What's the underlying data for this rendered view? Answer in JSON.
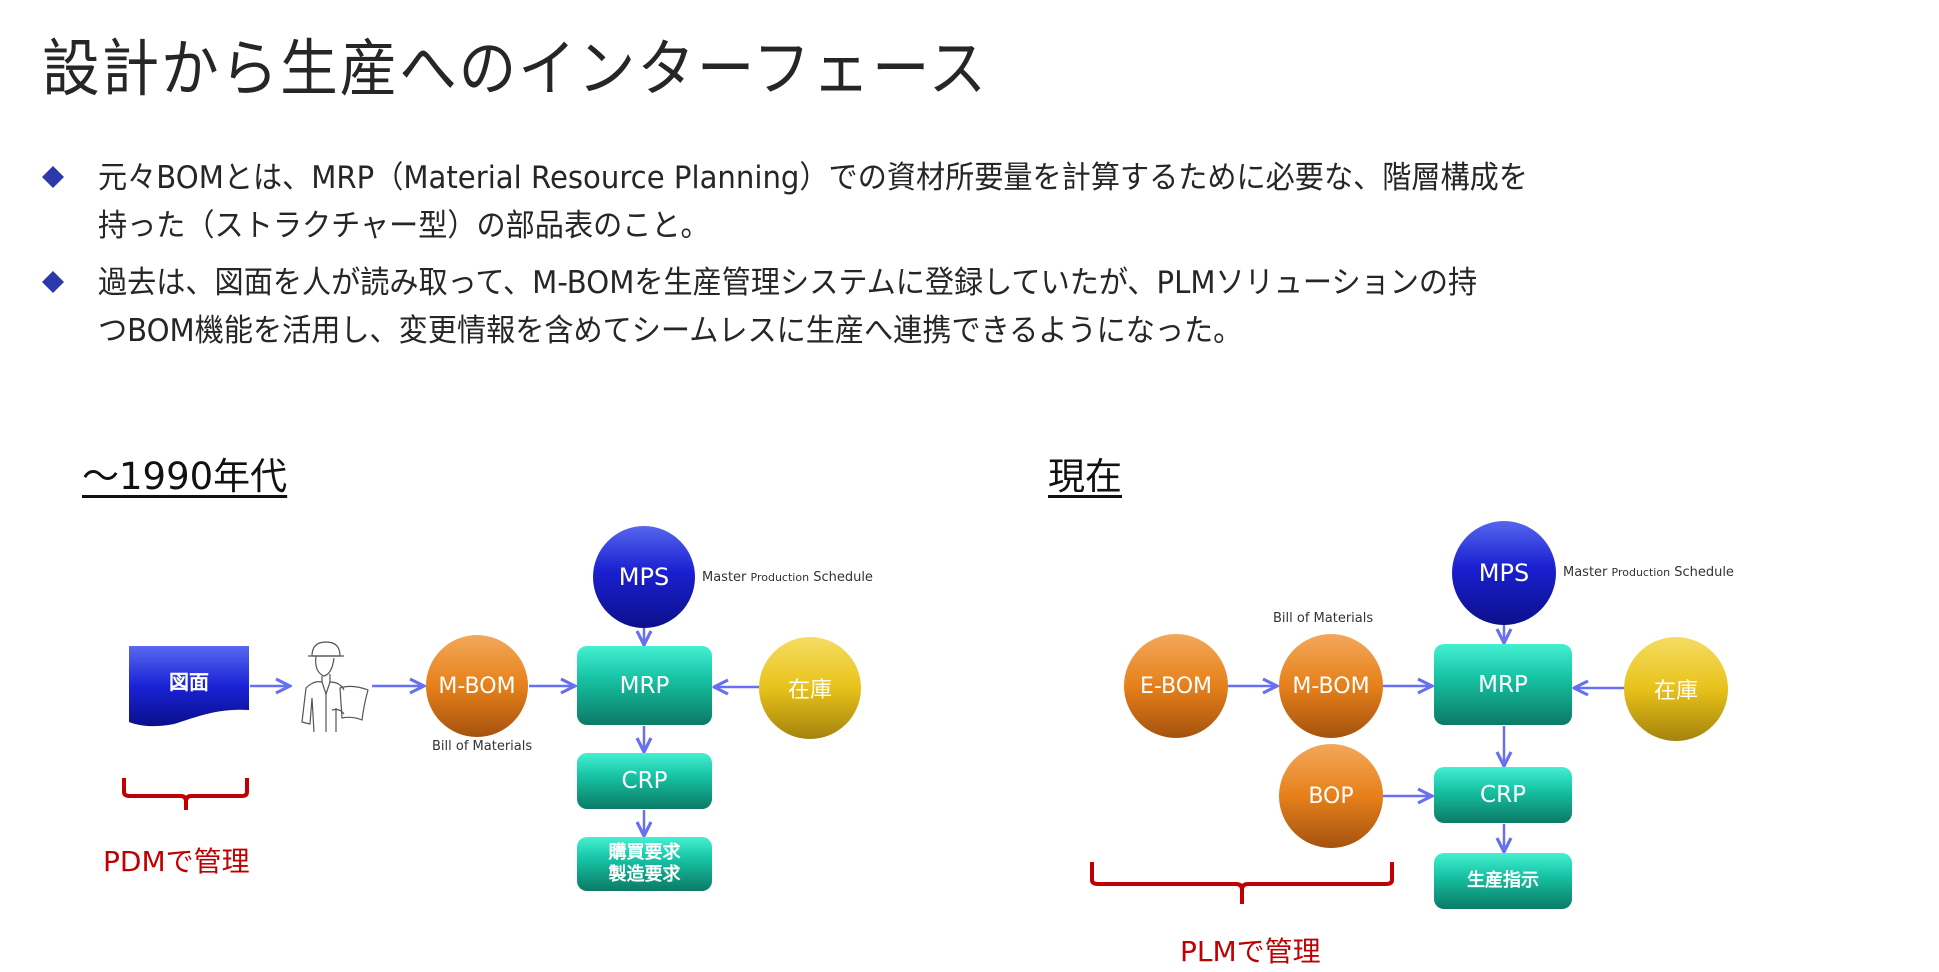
{
  "title": "設計から生産へのインターフェース",
  "bullets": [
    {
      "line1": "元々BOMとは、MRP（Material Resource Planning）での資材所要量を計算するために必要な、階層構成を",
      "line2": "持った（ストラクチャー型）の部品表のこと。"
    },
    {
      "line1": "過去は、図面を人が読み取って、M-BOMを生産管理システムに登録していたが、PLMソリューションの持",
      "line2": "つBOM機能を活用し、変更情報を含めてシームレスに生産へ連携できるようになった。"
    }
  ],
  "colors": {
    "bullet": "#2b3aa8",
    "arrow": "#6670f0",
    "bracket": "#c00000"
  },
  "left_diagram": {
    "heading": "〜1990年代",
    "drawing": "図面",
    "person_icon": "engineer-reading-blueprint-icon",
    "mbom": "M-BOM",
    "mbom_caption": "Bill of Materials",
    "mps": "MPS",
    "mps_caption_a": "Master ",
    "mps_caption_b": "Production",
    "mps_caption_c": " Schedule",
    "mrp": "MRP",
    "inventory": "在庫",
    "crp": "CRP",
    "output_line1": "購買要求",
    "output_line2": "製造要求",
    "managed_by": "PDMで管理"
  },
  "right_diagram": {
    "heading": "現在",
    "ebom": "E-BOM",
    "mbom": "M-BOM",
    "mbom_caption": "Bill of Materials",
    "bop": "BOP",
    "mps": "MPS",
    "mps_caption_a": "Master ",
    "mps_caption_b": "Production",
    "mps_caption_c": " Schedule",
    "mrp": "MRP",
    "inventory": "在庫",
    "crp": "CRP",
    "output": "生産指示",
    "managed_by": "PLMで管理"
  }
}
